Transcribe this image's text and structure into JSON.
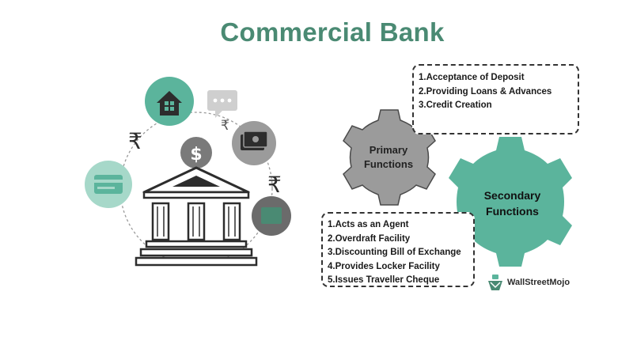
{
  "title": "Commercial Bank",
  "primary": {
    "label_line1": "Primary",
    "label_line2": "Functions",
    "items": [
      "1.Acceptance of Deposit",
      "2.Providing Loans & Advances",
      "3.Credit Creation"
    ]
  },
  "secondary": {
    "label_line1": "Secondary",
    "label_line2": "Functions",
    "items": [
      "1.Acts as an Agent",
      "2.Overdraft Facility",
      "3.Discounting Bill of Exchange",
      "4.Provides Locker Facility",
      "5.Issues Traveller Cheque"
    ]
  },
  "brand": "WallStreetMojo",
  "icons": [
    "house-icon",
    "chat-icon",
    "banknote-icon",
    "wallet-icon",
    "credit-card-icon",
    "dollar-coin-icon",
    "rupee-icon",
    "bank-building-icon",
    "gear-icon"
  ],
  "colors": {
    "teal": "#5bb49c",
    "teal_light": "#a6d8c9",
    "grey": "#9b9b9b",
    "dark_grey": "#6b6b6b",
    "title": "#4a8a73"
  }
}
